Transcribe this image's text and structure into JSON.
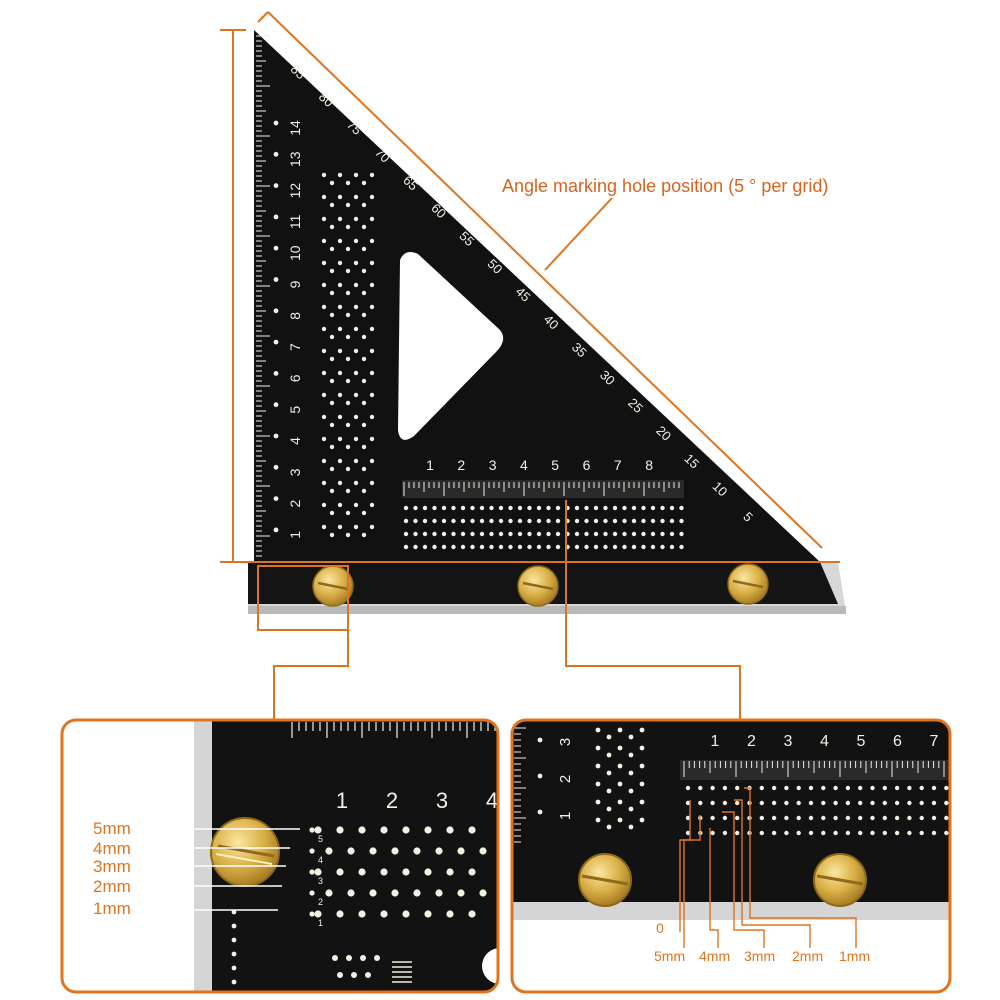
{
  "callout": {
    "text": "Angle marking hole position (5 ° per grid)"
  },
  "colors": {
    "annotation": "#e0731e",
    "tool_body": "#111111",
    "marking": "#f4efe2",
    "brass": "#d9b24a"
  },
  "main_square": {
    "angle_labels": [
      "85",
      "80",
      "75",
      "70",
      "65",
      "60",
      "55",
      "50",
      "45",
      "40",
      "35",
      "30",
      "25",
      "20",
      "15",
      "10",
      "5"
    ],
    "vertical_scale_labels": [
      "14",
      "13",
      "12",
      "11",
      "10",
      "9",
      "8",
      "7",
      "6",
      "5",
      "4",
      "3",
      "2",
      "1"
    ],
    "horizontal_scale_labels": [
      "1",
      "2",
      "3",
      "4",
      "5",
      "6",
      "7",
      "8"
    ],
    "screws": 3
  },
  "detail_left": {
    "scale_labels": [
      "1",
      "2",
      "3",
      "4"
    ],
    "hole_labels": [
      "1",
      "2",
      "3",
      "4",
      "5"
    ],
    "size_labels": [
      "5mm",
      "4mm",
      "3mm",
      "2mm",
      "1mm"
    ]
  },
  "detail_right": {
    "scale_labels": [
      "1",
      "2",
      "3",
      "4",
      "5",
      "6",
      "7"
    ],
    "side_labels": [
      "3",
      "2",
      "1"
    ],
    "zero_label": "0",
    "size_labels": [
      "5mm",
      "4mm",
      "3mm",
      "2mm",
      "1mm"
    ]
  }
}
